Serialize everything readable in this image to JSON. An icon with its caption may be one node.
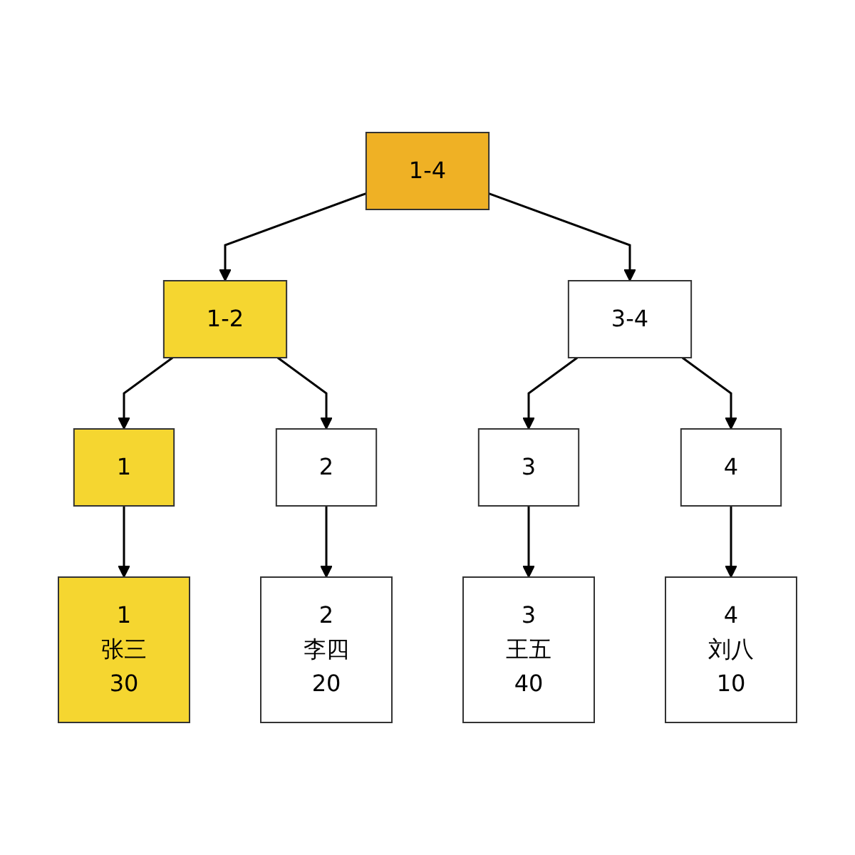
{
  "diagram": {
    "nodes": [
      {
        "text": [
          "1-4"
        ]
      },
      {
        "text": [
          "1-2"
        ]
      },
      {
        "text": [
          "3-4"
        ]
      },
      {
        "text": [
          "1"
        ]
      },
      {
        "text": [
          "2"
        ]
      },
      {
        "text": [
          "3"
        ]
      },
      {
        "text": [
          "4"
        ]
      },
      {
        "text": [
          "1",
          "张三",
          "30"
        ]
      },
      {
        "text": [
          "2",
          "李四",
          "20"
        ]
      },
      {
        "text": [
          "3",
          "王五",
          "40"
        ]
      },
      {
        "text": [
          "4",
          "刘八",
          "10"
        ]
      }
    ],
    "edges": [
      {
        "from": 0,
        "to": 1,
        "arrow": "to"
      },
      {
        "from": 0,
        "to": 2,
        "arrow": "to"
      },
      {
        "from": 1,
        "to": 3,
        "arrow": "to"
      },
      {
        "from": 1,
        "to": 4,
        "arrow": "to"
      },
      {
        "from": 2,
        "to": 5,
        "arrow": "to"
      },
      {
        "from": 2,
        "to": 6,
        "arrow": "to"
      },
      {
        "from": 3,
        "to": 7,
        "arrow": "to"
      },
      {
        "from": 4,
        "to": 8,
        "arrow": "to"
      },
      {
        "from": 5,
        "to": 9,
        "arrow": "to"
      },
      {
        "from": 6,
        "to": 10,
        "arrow": "to"
      }
    ]
  }
}
